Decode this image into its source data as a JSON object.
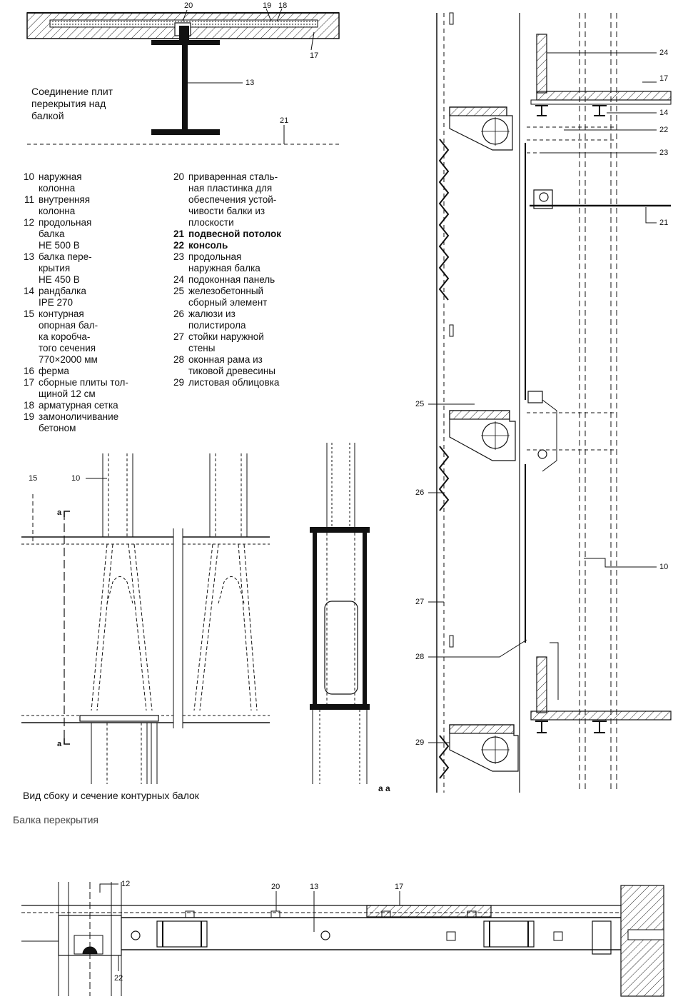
{
  "captions": {
    "joint": [
      "Соединение плит",
      "перекрытия над",
      "балкой"
    ],
    "side_view": "Вид сбоку и сечение контурных балок",
    "floor_beam": "Балка перекрытия",
    "section_mark": "a a"
  },
  "legend_left": [
    {
      "n": "10",
      "lines": [
        "наружная",
        "колонна"
      ]
    },
    {
      "n": "11",
      "lines": [
        "внутренняя",
        "колонна"
      ]
    },
    {
      "n": "12",
      "lines": [
        "продольная",
        "балка",
        "HE 500 B"
      ]
    },
    {
      "n": "13",
      "lines": [
        "балка пере-",
        "крытия",
        "HE 450 B"
      ]
    },
    {
      "n": "14",
      "lines": [
        "рандбалка",
        "IPE 270"
      ]
    },
    {
      "n": "15",
      "lines": [
        "контурная",
        "опорная бал-",
        "ка коробча-",
        "того сечения",
        "770×2000 мм"
      ]
    },
    {
      "n": "16",
      "lines": [
        "ферма"
      ]
    },
    {
      "n": "17",
      "lines": [
        "сборные плиты тол-",
        "щиной 12 см"
      ]
    },
    {
      "n": "18",
      "lines": [
        "арматурная сетка"
      ]
    },
    {
      "n": "19",
      "lines": [
        "замоноличивание",
        "бетоном"
      ]
    }
  ],
  "legend_right": [
    {
      "n": "20",
      "lines": [
        "приваренная сталь-",
        "ная пластинка для",
        "обеспечения устой-",
        "чивости балки из",
        "плоскости"
      ]
    },
    {
      "n": "21",
      "lines": [
        "подвесной потолок"
      ],
      "bold": true
    },
    {
      "n": "22",
      "lines": [
        "консоль"
      ],
      "bold": true
    },
    {
      "n": "23",
      "lines": [
        "продольная",
        "наружная балка"
      ]
    },
    {
      "n": "24",
      "lines": [
        "подоконная панель"
      ]
    },
    {
      "n": "25",
      "lines": [
        "железобетонный",
        "сборный элемент"
      ]
    },
    {
      "n": "26",
      "lines": [
        "жалюзи из",
        "полистирола"
      ]
    },
    {
      "n": "27",
      "lines": [
        "стойки наружной",
        "стены"
      ]
    },
    {
      "n": "28",
      "lines": [
        "оконная рама из",
        "тиковой древесины"
      ]
    },
    {
      "n": "29",
      "lines": [
        "листовая облицовка"
      ]
    }
  ],
  "labels": {
    "joint": {
      "l20": "20",
      "l19": "19",
      "l18": "18",
      "l17": "17",
      "l13": "13",
      "l21": "21"
    },
    "elevation": {
      "l24": "24",
      "l17": "17",
      "l14": "14",
      "l22": "22",
      "l23": "23",
      "l21": "21",
      "l25": "25",
      "l26": "26",
      "l10": "10",
      "l27": "27",
      "l28": "28",
      "l29": "29"
    },
    "side": {
      "l15": "15",
      "l10": "10",
      "a_top": "a",
      "a_bot": "a"
    },
    "beam": {
      "l12": "12",
      "l20": "20",
      "l13": "13",
      "l17": "17",
      "l22": "22"
    }
  }
}
